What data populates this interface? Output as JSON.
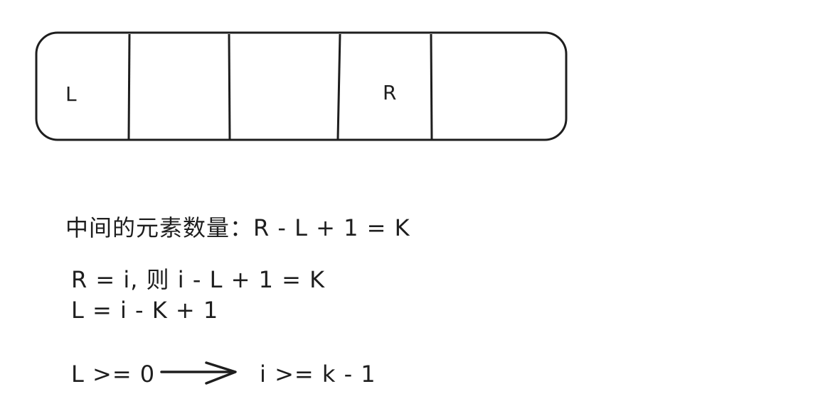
{
  "diagram": {
    "array_cells": [
      "L",
      "",
      "",
      "R",
      ""
    ],
    "lines": [
      "中间的元素数量：R - L + 1 = K",
      "R = i, 则 i - L + 1 = K",
      "L = i - K + 1"
    ],
    "implication": {
      "left": "L >= 0",
      "right": "i >= k - 1"
    }
  }
}
